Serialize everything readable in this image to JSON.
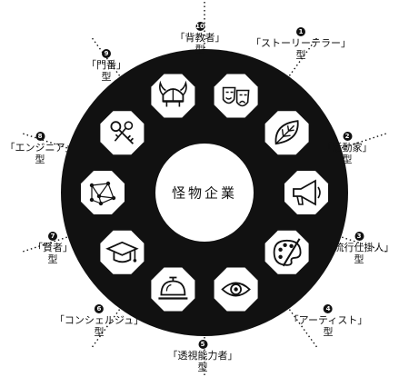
{
  "center": {
    "title": "怪物企業"
  },
  "types": [
    {
      "number": "1",
      "name": "「ストーリーテラー」",
      "suffix": "型",
      "icon": "theater-masks-icon"
    },
    {
      "number": "2",
      "name": "「活動家」",
      "suffix": "型",
      "icon": "leaf-icon"
    },
    {
      "number": "3",
      "name": "「流行仕掛人」",
      "suffix": "型",
      "icon": "megaphone-icon"
    },
    {
      "number": "4",
      "name": "「アーティスト」",
      "suffix": "型",
      "icon": "paint-palette-icon"
    },
    {
      "number": "5",
      "name": "「透視能力者」",
      "suffix": "型",
      "icon": "eye-icon"
    },
    {
      "number": "6",
      "name": "「コンシェルジュ」",
      "suffix": "型",
      "icon": "service-bell-icon"
    },
    {
      "number": "7",
      "name": "「賢者」",
      "suffix": "型",
      "icon": "graduation-cap-icon"
    },
    {
      "number": "8",
      "name": "「エンジニア」",
      "suffix": "型",
      "icon": "network-graph-icon"
    },
    {
      "number": "9",
      "name": "「門番」",
      "suffix": "型",
      "icon": "keys-icon"
    },
    {
      "number": "10",
      "name": "「背教者」",
      "suffix": "型",
      "icon": "viking-helmet-icon"
    }
  ]
}
